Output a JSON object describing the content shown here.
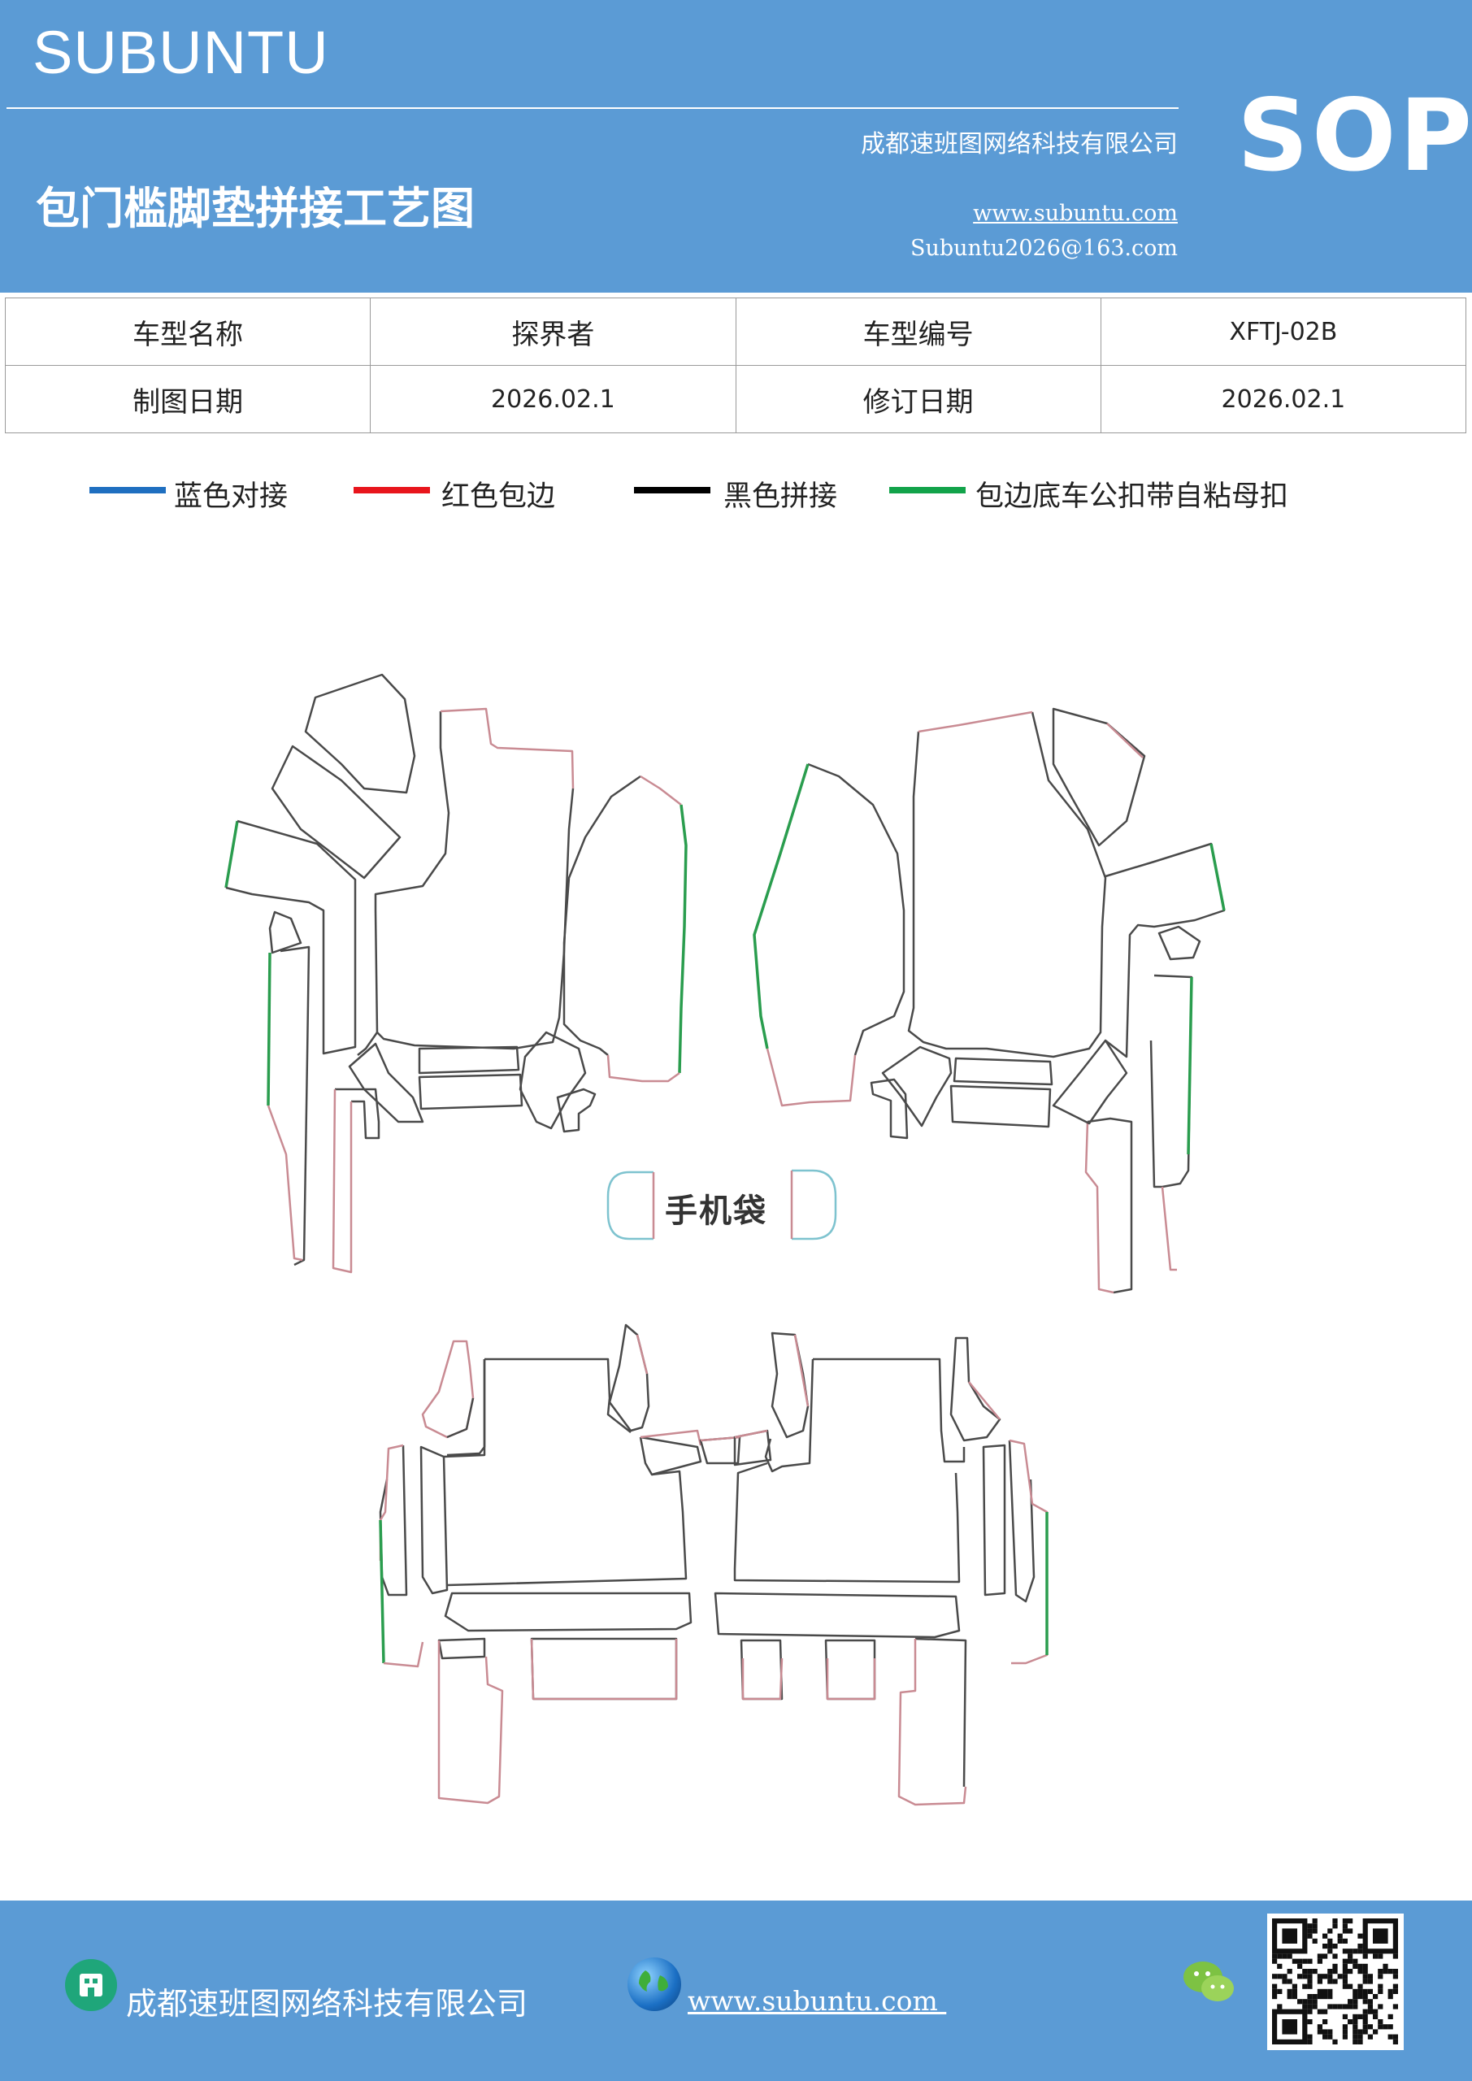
{
  "header": {
    "brand": "SUBUNTU",
    "company": "成都速班图网络科技有限公司",
    "title": "包门槛脚垫拼接工艺图",
    "website": "www.subuntu.com",
    "email": "Subuntu2026@163.com",
    "badge": "SOP",
    "background_color": "#5b9bd5"
  },
  "info_table": {
    "rows": [
      [
        "车型名称",
        "探界者",
        "车型编号",
        "XFTJ-02B"
      ],
      [
        "制图日期",
        "2026.02.1",
        "修订日期",
        "2026.02.1"
      ]
    ]
  },
  "legend": [
    {
      "label": "蓝色对接",
      "color": "#1f6fc0"
    },
    {
      "label": "红色包边",
      "color": "#e8151c"
    },
    {
      "label": "黑色拼接",
      "color": "#000000"
    },
    {
      "label": "包边底车公扣带自粘母扣",
      "color": "#12a34a"
    }
  ],
  "diagram": {
    "phone_pocket_label": "手机袋",
    "outline_colors": {
      "black": "#4a4a4a",
      "red": "#c98b93",
      "green": "#2a9d4e",
      "blue": "#7ec3cf"
    }
  },
  "footer": {
    "company": "成都速班图网络科技有限公司",
    "website": "www.subuntu.com ",
    "icons": [
      "building-icon",
      "globe-icon",
      "wechat-icon",
      "qr-code"
    ]
  }
}
